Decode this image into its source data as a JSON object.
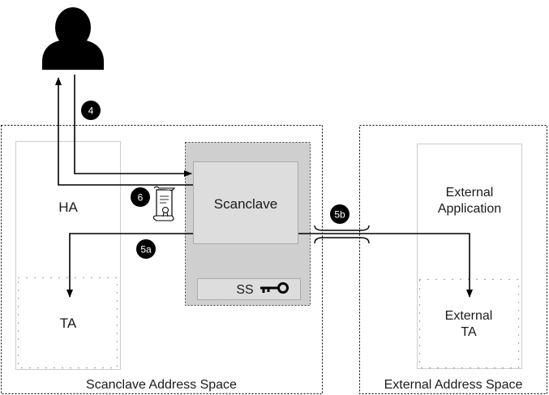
{
  "address_spaces": {
    "scanclave": "Scanclave Address Space",
    "external": "External Address Space"
  },
  "boxes": {
    "ha": "HA",
    "ta": "TA",
    "scanclave": "Scanclave",
    "ss": "SS",
    "external_app_line1": "External",
    "external_app_line2": "Application",
    "external_ta_line1": "External",
    "external_ta_line2": "TA"
  },
  "steps": {
    "s4": "4",
    "s5a": "5a",
    "s5b": "5b",
    "s6": "6"
  },
  "icons": {
    "user": "user-icon",
    "certificate": "certificate-icon",
    "key": "key-icon"
  },
  "colors": {
    "enclave_fill": "#cfcfcf",
    "inner_box_fill": "#dddddd",
    "line": "#000000",
    "box_border": "#cccccc"
  }
}
